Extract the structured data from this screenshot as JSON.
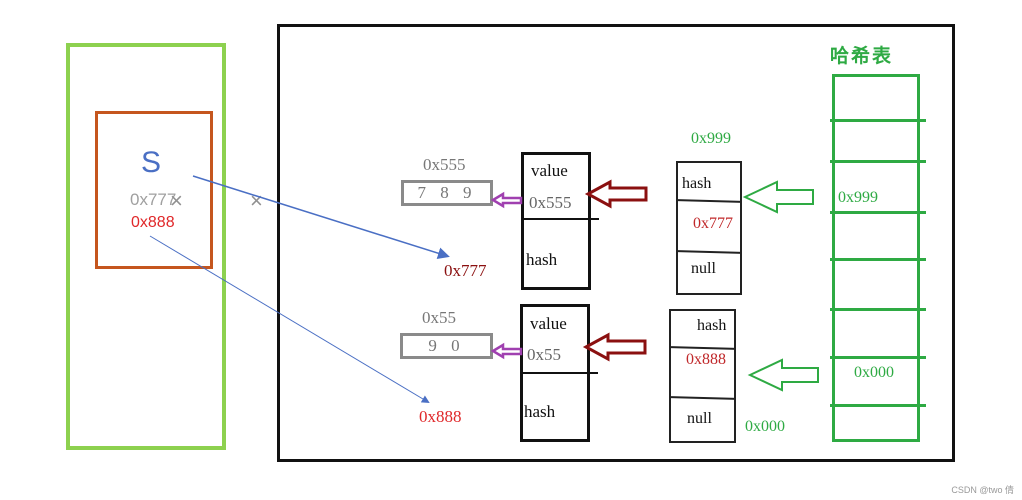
{
  "stack": {
    "var_name": "S",
    "old_address": "0x777",
    "new_address": "0x888",
    "cross_mark": "×"
  },
  "heap": {
    "objects": [
      {
        "address_label": "0x555",
        "chars": "7 8 9",
        "entry": {
          "value_label": "value",
          "value_ref": "0x555",
          "hash_label": "hash"
        },
        "entry_address": "0x777"
      },
      {
        "address_label": "0x55",
        "chars": "9 0",
        "entry": {
          "value_label": "value",
          "value_ref": "0x55",
          "hash_label": "hash"
        },
        "entry_address": "0x888"
      }
    ],
    "nodes": [
      {
        "address_label": "0x999",
        "hash_label": "hash",
        "ref": "0x777",
        "next_label": "null"
      },
      {
        "address_label": "0x000",
        "hash_label": "hash",
        "ref": "0x888",
        "next_label": "null"
      }
    ]
  },
  "hash_table": {
    "title": "哈希表",
    "slot_refs": [
      "0x999",
      "0x000"
    ]
  },
  "watermark": "CSDN @two 倩",
  "colors": {
    "stack_frame": "#8dd14f",
    "var_box": "#c5561e",
    "hash_table": "#2eaa43",
    "ref_arrow": "#8b1010",
    "char_arrow": "#a040b0",
    "pointer_line": "#4a6fc4"
  }
}
